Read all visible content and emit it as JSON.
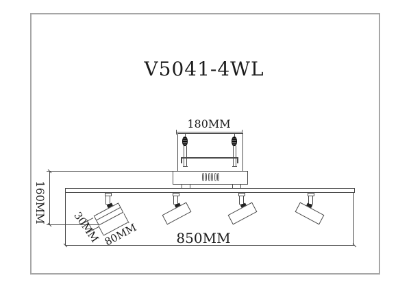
{
  "title": {
    "text": "V5041-4WL"
  },
  "dimensions": {
    "canopy_width": "180MM",
    "fixture_height": "160MM",
    "bar_length": "850MM",
    "head_diameter": "30MM",
    "head_length": "80MM"
  },
  "fixture": {
    "spotlight_count": 4,
    "screw_count": 2,
    "vent_slot_count": 6,
    "feet_count": 2
  },
  "colors": {
    "background": "#ffffff",
    "line": "#4a4a4a",
    "frame_border": "#a6a6a6",
    "screw": "#111111",
    "text": "#1c1c1c"
  }
}
